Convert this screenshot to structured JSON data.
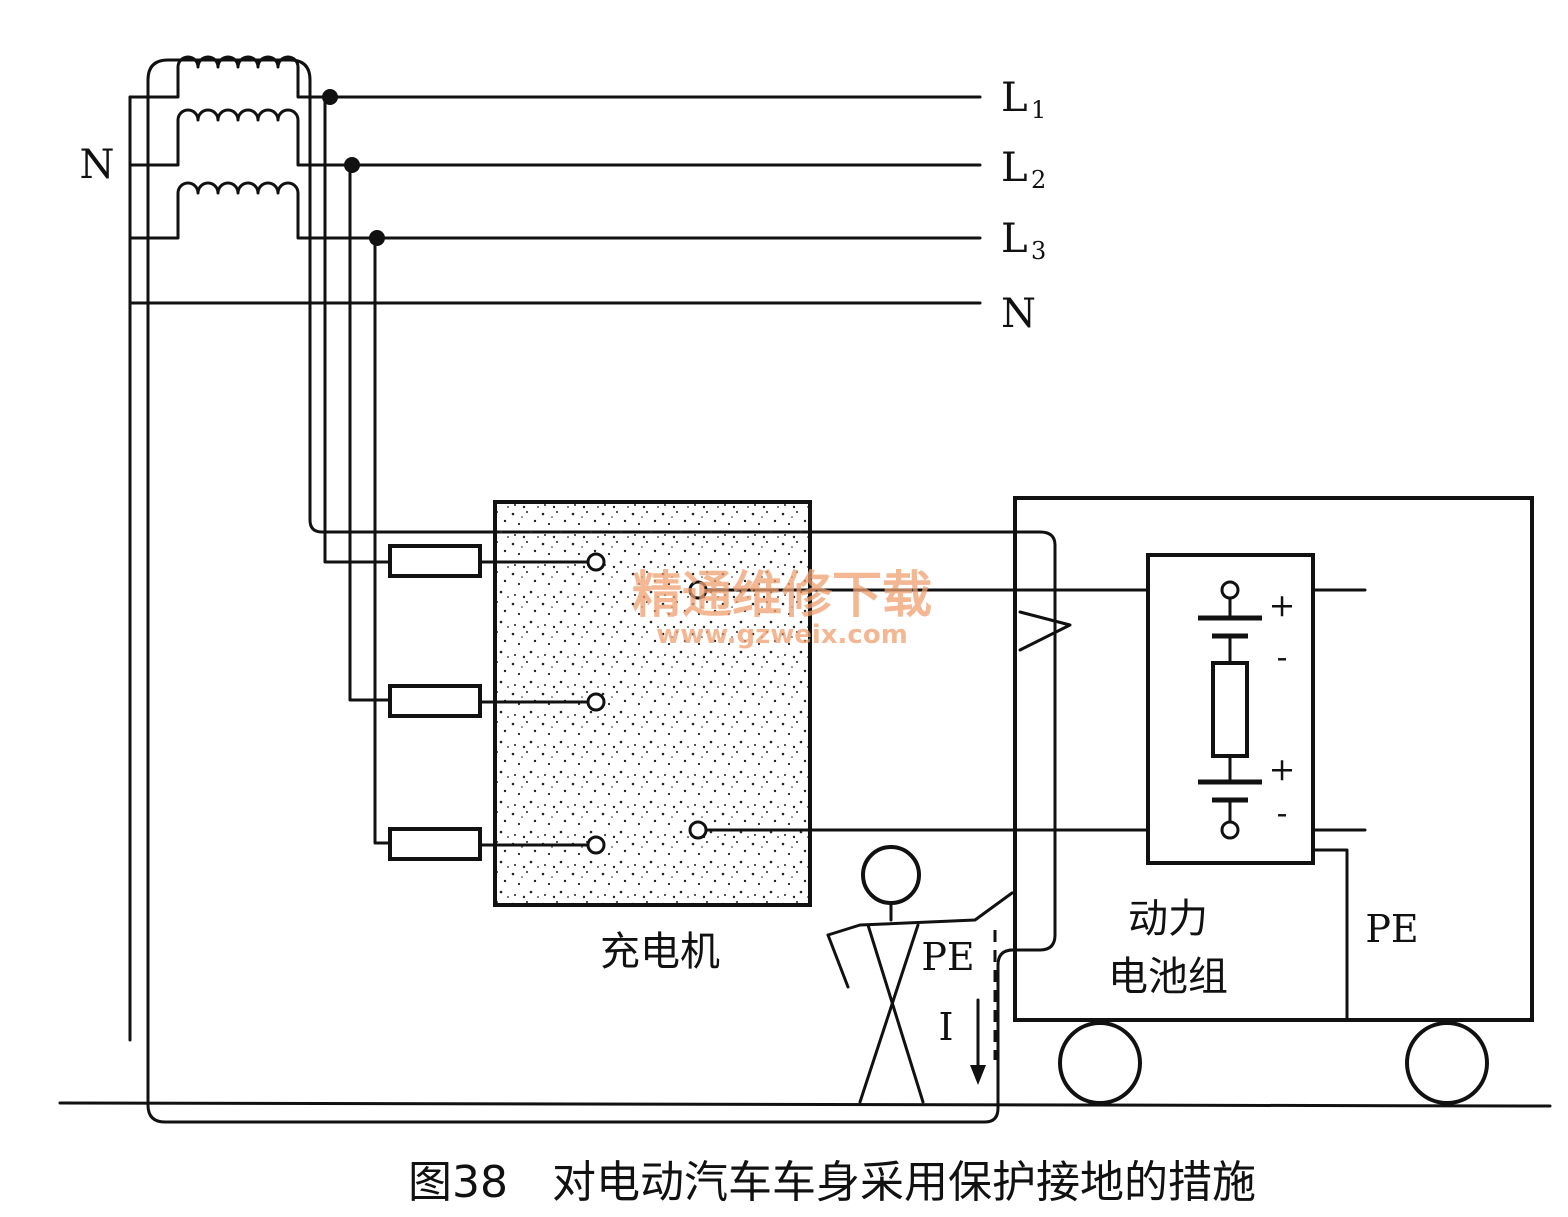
{
  "labels": {
    "n_left": "N",
    "l1_main": "L",
    "l1_sub": "1",
    "l2_main": "L",
    "l2_sub": "2",
    "l3_main": "L",
    "l3_sub": "3",
    "n_right": "N",
    "charger": "充电机",
    "battery_line1": "动力",
    "battery_line2": "电池组",
    "pe_right": "PE",
    "pe_person": "PE",
    "current": "I",
    "plus_top": "+",
    "minus_top": "-",
    "plus_bottom": "+",
    "minus_bottom": "-"
  },
  "watermark": {
    "line1": "精通维修下载",
    "line2": "www.gzweix.com"
  },
  "caption": "图38　对电动汽车车身采用保护接地的措施",
  "colors": {
    "line": "#111111",
    "watermark": "#f0a070",
    "charger_fill": "#ffffff"
  }
}
